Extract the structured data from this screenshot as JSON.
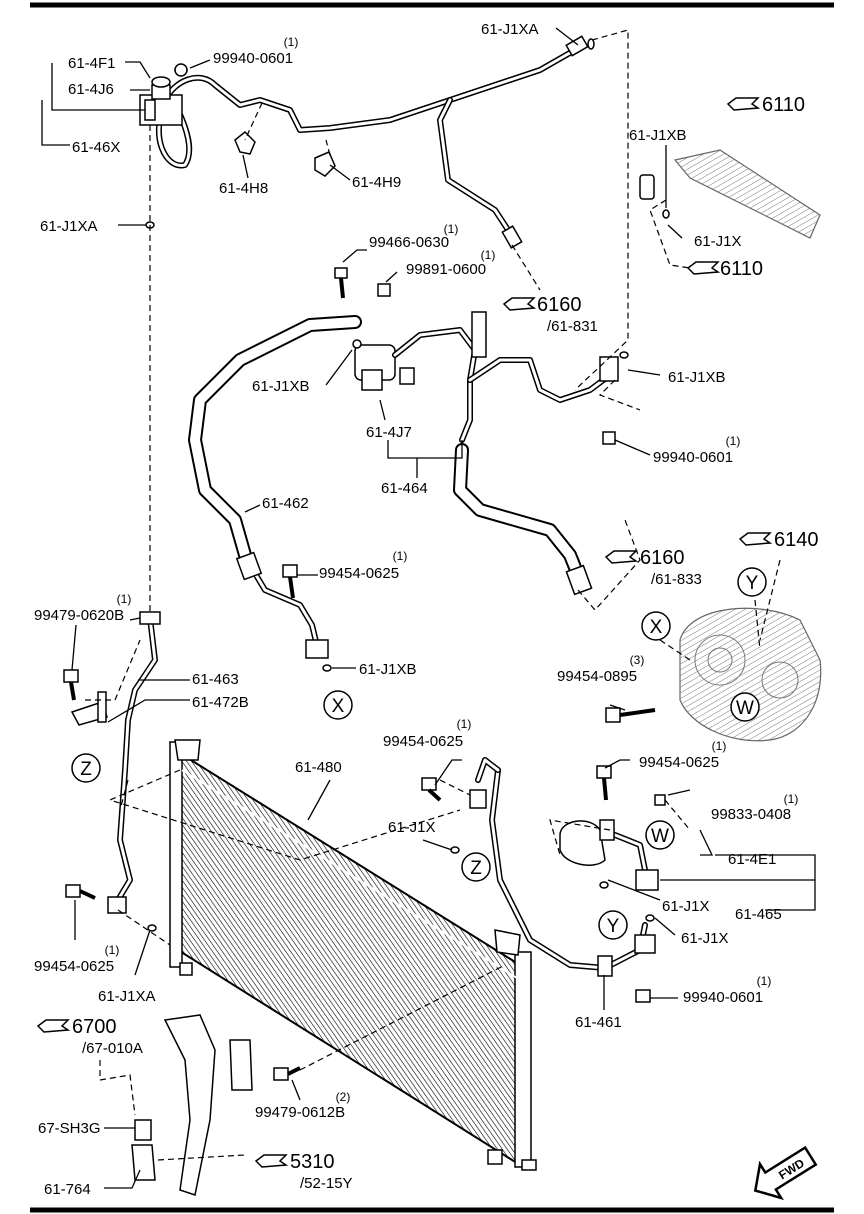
{
  "labels": {
    "l_99940_0601_a": "99940-0601",
    "l_99940_0601_a_qty": "(1)",
    "l_61_4F1": "61-4F1",
    "l_61_4J6": "61-4J6",
    "l_61_46X": "61-46X",
    "l_61_J1XA_top": "61-J1XA",
    "l_61_4H8": "61-4H8",
    "l_61_4H9": "61-4H9",
    "l_61_J1XA_left": "61-J1XA",
    "l_61_J1XB_a": "61-J1XB",
    "l_61_J1X_a": "61-J1X",
    "l_99466_0630": "99466-0630",
    "l_99466_0630_qty": "(1)",
    "l_99891_0600": "99891-0600",
    "l_99891_0600_qty": "(1)",
    "l_61_831": "/61-831",
    "l_61_J1XB_b": "61-J1XB",
    "l_61_J1XB_c": "61-J1XB",
    "l_61_4J7": "61-4J7",
    "l_61_464": "61-464",
    "l_99940_0601_b": "99940-0601",
    "l_99940_0601_b_qty": "(1)",
    "l_61_462": "61-462",
    "l_61_833": "/61-833",
    "l_99454_0625_a": "99454-0625",
    "l_99454_0625_a_qty": "(1)",
    "l_99479_0620B": "99479-0620B",
    "l_99479_0620B_qty": "(1)",
    "l_61_J1XB_d": "61-J1XB",
    "l_99454_0895": "99454-0895",
    "l_99454_0895_qty": "(3)",
    "l_61_463": "61-463",
    "l_61_472B": "61-472B",
    "l_61_480": "61-480",
    "l_99454_0625_b": "99454-0625",
    "l_99454_0625_b_qty": "(1)",
    "l_99454_0625_c": "99454-0625",
    "l_99454_0625_c_qty": "(1)",
    "l_99833_0408": "99833-0408",
    "l_99833_0408_qty": "(1)",
    "l_61_J1X_b": "61-J1X",
    "l_61_4E1": "61-4E1",
    "l_61_J1X_c": "61-J1X",
    "l_61_465": "61-465",
    "l_61_J1X_d": "61-J1X",
    "l_99454_0625_d": "99454-0625",
    "l_99454_0625_d_qty": "(1)",
    "l_61_J1XA_bottom": "61-J1XA",
    "l_99940_0601_c": "99940-0601",
    "l_99940_0601_c_qty": "(1)",
    "l_61_461": "61-461",
    "l_67_010A": "/67-010A",
    "l_99479_0612B": "99479-0612B",
    "l_99479_0612B_qty": "(2)",
    "l_67_SH3G": "67-SH3G",
    "l_61_764": "61-764",
    "l_52_15Y": "/52-15Y"
  },
  "refs": {
    "r_6110_a": "6110",
    "r_6110_b": "6110",
    "r_6160_a": "6160",
    "r_6160_b": "6160",
    "r_6140": "6140",
    "r_6700": "6700",
    "r_5310": "5310"
  },
  "markers": {
    "x1": "X",
    "x2": "X",
    "y1": "Y",
    "y2": "Y",
    "z1": "Z",
    "z2": "Z",
    "w1": "W",
    "w2": "W"
  },
  "fwd": "FWD"
}
